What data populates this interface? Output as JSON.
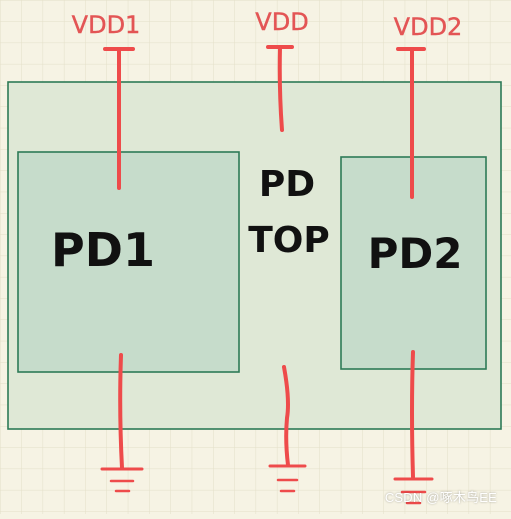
{
  "supplies": {
    "vdd1": "VDD1",
    "vdd": "VDD",
    "vdd2": "VDD2"
  },
  "domains": {
    "top_line1": "PD",
    "top_line2": "TOP",
    "pd1": "PD1",
    "pd2": "PD2"
  },
  "watermark": "CSDN @啄木鸟EE",
  "colors": {
    "grid": "#e3dfc8",
    "outer_fill": "#dfe8d6",
    "inner_fill": "#c6dccb",
    "border": "#2d7a57",
    "wire": "#ee4b4b",
    "text": "#111111",
    "label": "#e35555"
  }
}
